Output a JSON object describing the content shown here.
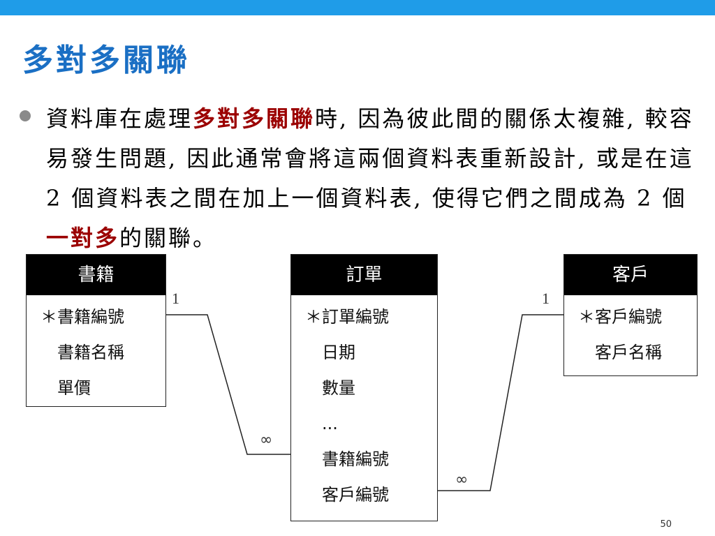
{
  "slide": {
    "title": "多對多關聯",
    "page_number": "50",
    "accent_color": "#1f9ce8",
    "highlight_color": "#9b0000"
  },
  "bullet": {
    "part1": "資料庫在處理",
    "highlight1": "多對多關聯",
    "part2": "時, 因為彼此間的關係太複雜, 較容易發生問題, 因此通常會將這兩個資料表重新設計, 或是在這 2 個資料表之間在加上一個資料表, 使得它們之間成為 2 個",
    "highlight2": "一對多",
    "part3": "的關聯。"
  },
  "entities": {
    "books": {
      "name": "書籍",
      "fields": [
        "＊書籍編號",
        "書籍名稱",
        "單價"
      ]
    },
    "orders": {
      "name": "訂單",
      "fields": [
        "＊訂單編號",
        "日期",
        "數量",
        "...",
        "書籍編號",
        "客戶編號"
      ]
    },
    "customers": {
      "name": "客戶",
      "fields": [
        "＊客戶編號",
        "客戶名稱"
      ]
    }
  },
  "relations": {
    "books_orders": {
      "one_label": "1",
      "many_label": "∞"
    },
    "customers_orders": {
      "one_label": "1",
      "many_label": "∞"
    }
  }
}
